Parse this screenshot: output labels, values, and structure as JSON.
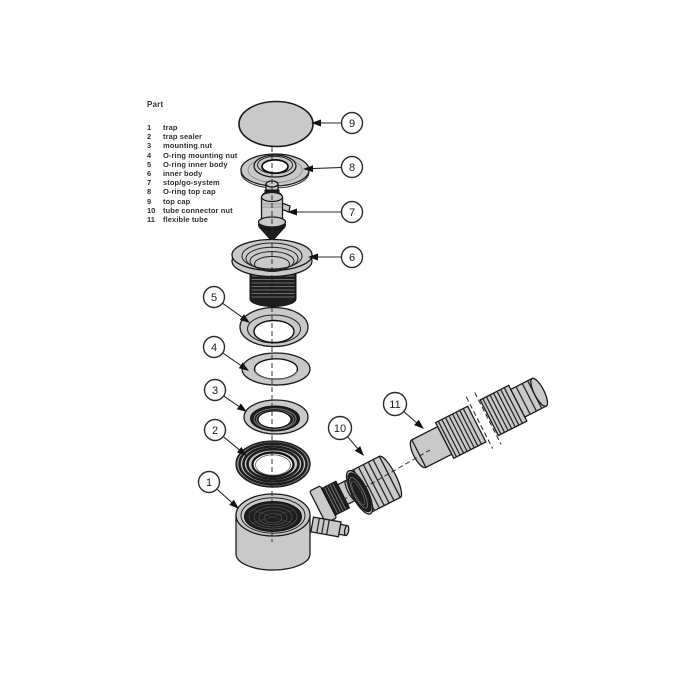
{
  "parts_list": {
    "header": "Part",
    "items": [
      {
        "num": "1",
        "label": "trap"
      },
      {
        "num": "2",
        "label": "trap sealer"
      },
      {
        "num": "3",
        "label": "mounting nut"
      },
      {
        "num": "4",
        "label": "O-ring mounting nut"
      },
      {
        "num": "5",
        "label": "O-ring inner body"
      },
      {
        "num": "6",
        "label": "inner body"
      },
      {
        "num": "7",
        "label": "stop/go-system"
      },
      {
        "num": "8",
        "label": "O-ring top cap"
      },
      {
        "num": "9",
        "label": "top cap"
      },
      {
        "num": "10",
        "label": "tube connector nut"
      },
      {
        "num": "11",
        "label": "flexible tube"
      }
    ]
  },
  "callouts": [
    {
      "number": "1",
      "part": "trap"
    },
    {
      "number": "2",
      "part": "trap sealer"
    },
    {
      "number": "3",
      "part": "mounting nut"
    },
    {
      "number": "4",
      "part": "O-ring mounting nut"
    },
    {
      "number": "5",
      "part": "O-ring inner body"
    },
    {
      "number": "6",
      "part": "inner body"
    },
    {
      "number": "7",
      "part": "stop/go-system"
    },
    {
      "number": "8",
      "part": "O-ring top cap"
    },
    {
      "number": "9",
      "part": "top cap"
    },
    {
      "number": "10",
      "part": "tube connector nut"
    },
    {
      "number": "11",
      "part": "flexible tube"
    }
  ],
  "colors": {
    "background": "#ffffff",
    "part_fill": "#c9c9c9",
    "outline": "#1a1a1a",
    "dark_fill": "#1e1e1e",
    "text": "#2f2f2f"
  }
}
